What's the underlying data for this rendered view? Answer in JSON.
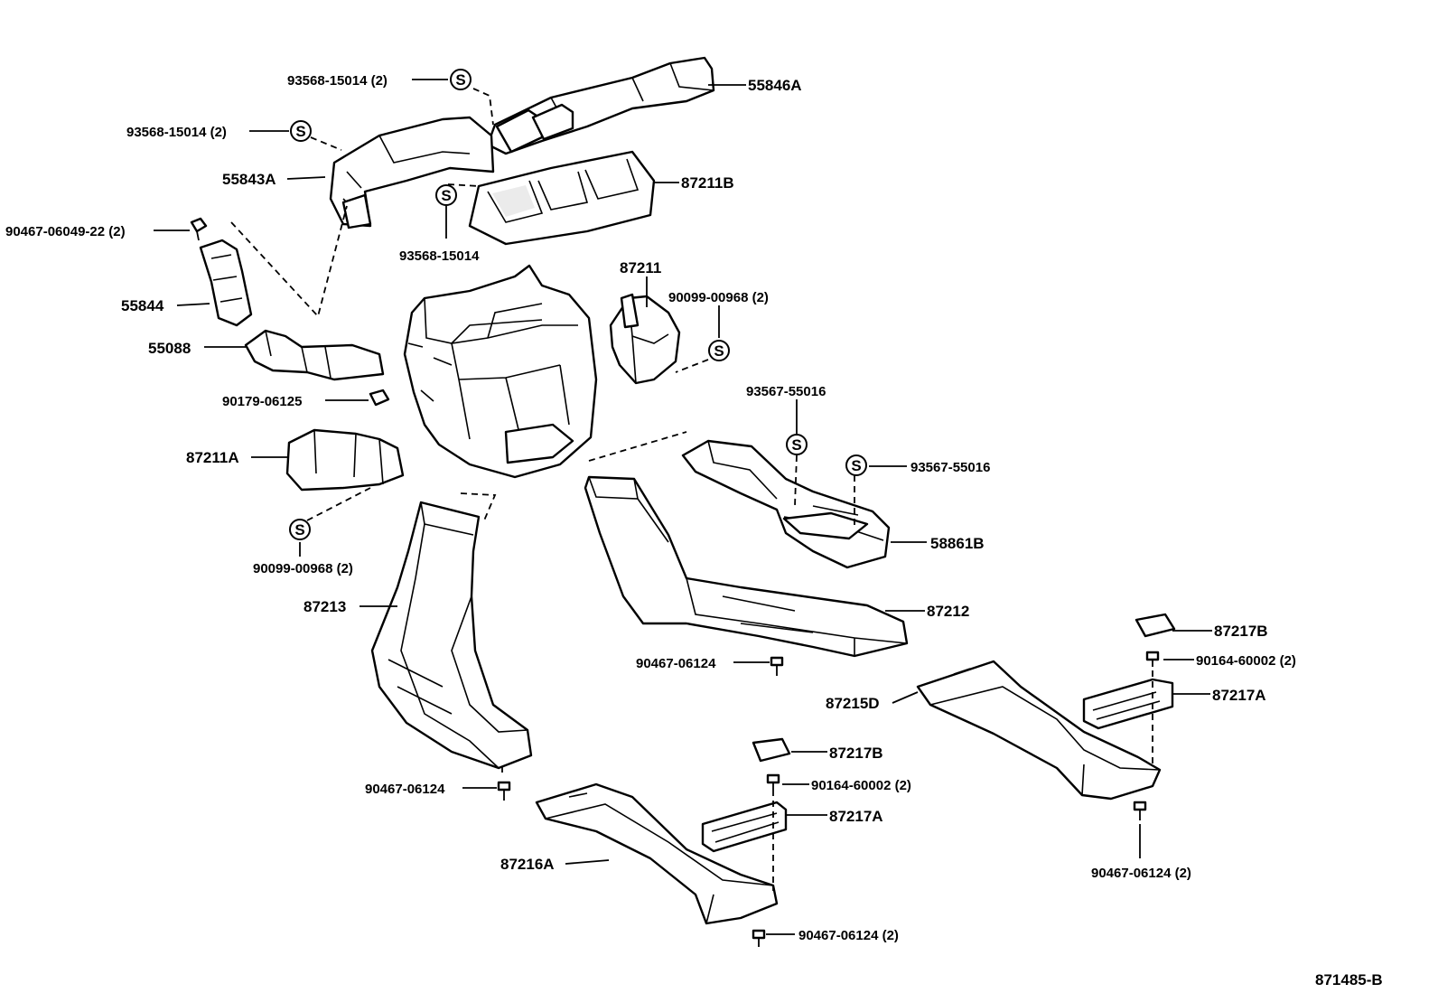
{
  "diagram": {
    "drawing_number": "871485-B",
    "callouts": {
      "c01": "93568-15014 (2)",
      "c02": "55846A",
      "c03": "93568-15014 (2)",
      "c04": "55843A",
      "c05": "87211B",
      "c06": "90467-06049-22 (2)",
      "c07": "93568-15014",
      "c08": "87211",
      "c09": "90099-00968 (2)",
      "c10": "55844",
      "c11": "55088",
      "c12": "90179-06125",
      "c13": "93567-55016",
      "c14": "87211A",
      "c15": "93567-55016",
      "c16": "58861B",
      "c17": "90099-00968 (2)",
      "c18": "87213",
      "c19": "87212",
      "c20": "87217B",
      "c21": "90467-06124",
      "c22": "90164-60002 (2)",
      "c23": "87215D",
      "c24": "87217A",
      "c25": "87217B",
      "c26": "90164-60002 (2)",
      "c27": "90467-06124",
      "c28": "87217A",
      "c29": "87216A",
      "c30": "90467-06124 (2)",
      "c31": "90467-06124 (2)"
    },
    "screw_symbol": "S"
  }
}
